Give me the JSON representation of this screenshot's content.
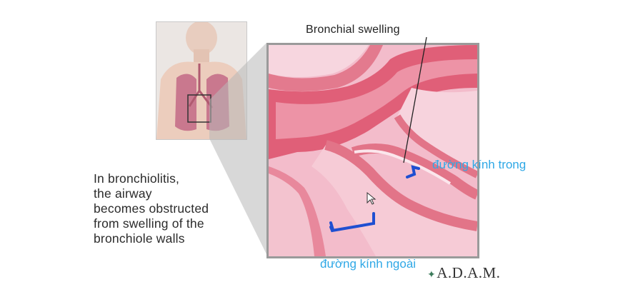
{
  "labels": {
    "bronchial_swelling": "Bronchial swelling",
    "caption": "In bronchiolitis,\nthe airway\nbecomes obstructed\nfrom swelling of the\nbronchiole walls",
    "inner_diameter": "đường kính trong",
    "outer_diameter": "đường kính ngoài",
    "logo": "A.D.A.M."
  },
  "colors": {
    "annotation_text": "#2fa8e6",
    "annotation_marker": "#1f4fd1",
    "tissue_pink": "#f2b8c6",
    "wall_red": "#e27488",
    "lumen_light": "#f7d4de"
  }
}
